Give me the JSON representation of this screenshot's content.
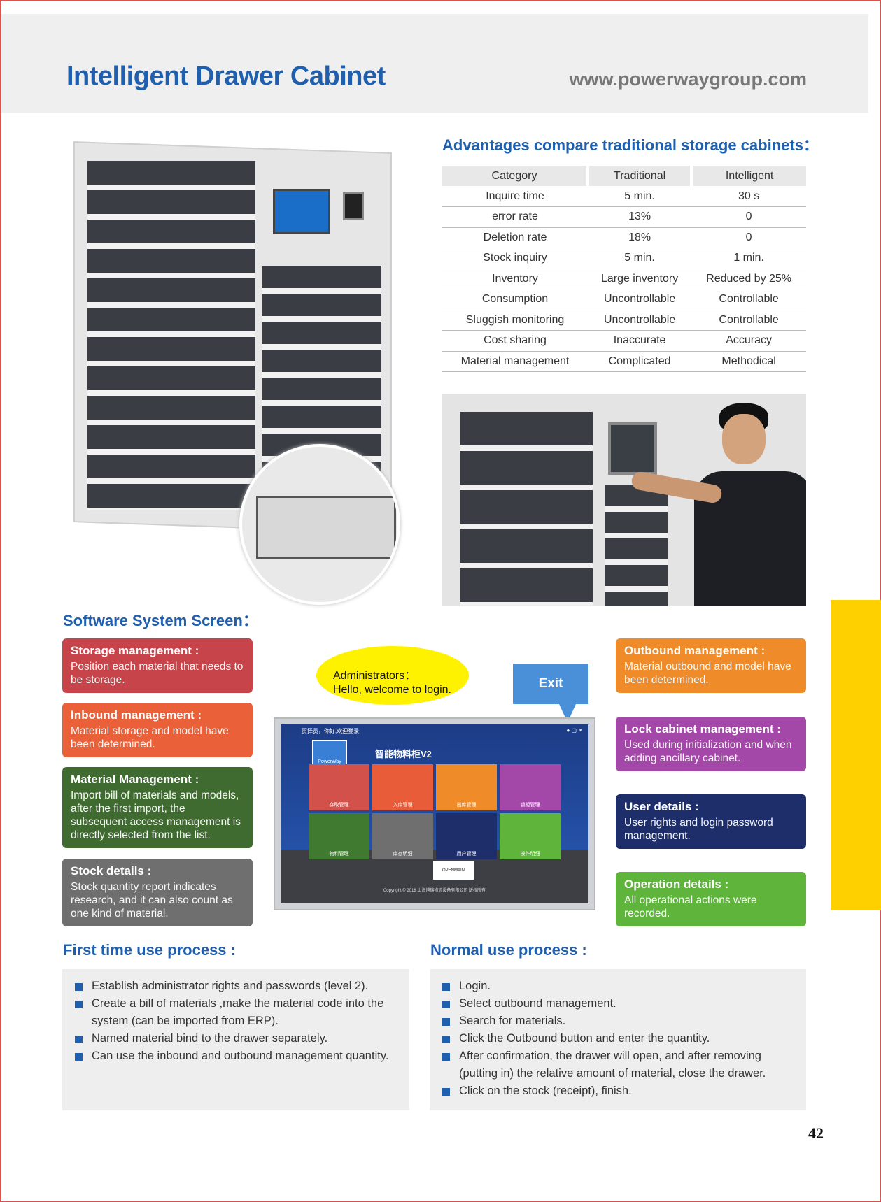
{
  "header": {
    "title": "Intelligent Drawer Cabinet",
    "website": "www.powerwaygroup.com"
  },
  "advantages": {
    "title": "Advantages compare traditional storage cabinets：",
    "columns": [
      "Category",
      "Traditional",
      "Intelligent"
    ],
    "rows": [
      [
        "Inquire time",
        "5 min.",
        "30 s"
      ],
      [
        "error rate",
        "13%",
        "0"
      ],
      [
        "Deletion rate",
        "18%",
        "0"
      ],
      [
        "Stock inquiry",
        "5 min.",
        "1 min."
      ],
      [
        "Inventory",
        "Large inventory",
        "Reduced by 25%"
      ],
      [
        "Consumption",
        "Uncontrollable",
        "Controllable"
      ],
      [
        "Sluggish monitoring",
        "Uncontrollable",
        "Controllable"
      ],
      [
        "Cost sharing",
        "Inaccurate",
        "Accuracy"
      ],
      [
        "Material management",
        "Complicated",
        "Methodical"
      ]
    ]
  },
  "software": {
    "title": "Software System Screen：",
    "left_boxes": [
      {
        "title": "Storage management :",
        "text": "Position each material that needs to be storage."
      },
      {
        "title": "Inbound management :",
        "text": "Material storage and model have been determined."
      },
      {
        "title": "Material Management :",
        "text": "Import bill of materials and models, after the first import, the subsequent access management is directly selected from the list."
      },
      {
        "title": "Stock details :",
        "text": "Stock quantity report indicates research, and it can also count as one kind of material."
      }
    ],
    "right_boxes": [
      {
        "title": "Outbound management :",
        "text": "Material outbound and model have been determined."
      },
      {
        "title": "Lock cabinet management :",
        "text": "Used during initialization and when adding ancillary cabinet."
      },
      {
        "title": "User details :",
        "text": "User rights and login password management."
      },
      {
        "title": "Operation details :",
        "text": "All operational actions were recorded."
      }
    ],
    "bubble_line1": "Administrators：",
    "bubble_line2": "Hello, welcome to login.",
    "exit_label": "Exit",
    "screen": {
      "top_text": "贾择员，你好,欢迎登录",
      "logo_text": "PowerWay",
      "app_title": "智能物料柜V2",
      "tiles": [
        "存取管理",
        "入库管理",
        "出库管理",
        "锁柜管理",
        "物料管理",
        "库存明细",
        "用户管理",
        "操作明细"
      ],
      "open_main": "OPENMAIN",
      "copyright": "Copyright © 2018 上海博瑞物流设备有限公司 版权所有"
    }
  },
  "first_use": {
    "title": "First time use process :",
    "items": [
      "Establish administrator rights and passwords (level 2).",
      "Create a bill of materials ,make the material code into the system (can be imported from ERP).",
      "Named material bind to the drawer separately.",
      "Can use the inbound and outbound management quantity."
    ]
  },
  "normal_use": {
    "title": "Normal use process :",
    "items": [
      "Login.",
      "Select outbound management.",
      "Search for materials.",
      "Click the Outbound button and enter the quantity.",
      "After confirmation, the drawer will open, and after removing (putting in) the relative amount of material, close the drawer.",
      "Click on the stock (receipt), finish."
    ]
  },
  "page_number": "42"
}
